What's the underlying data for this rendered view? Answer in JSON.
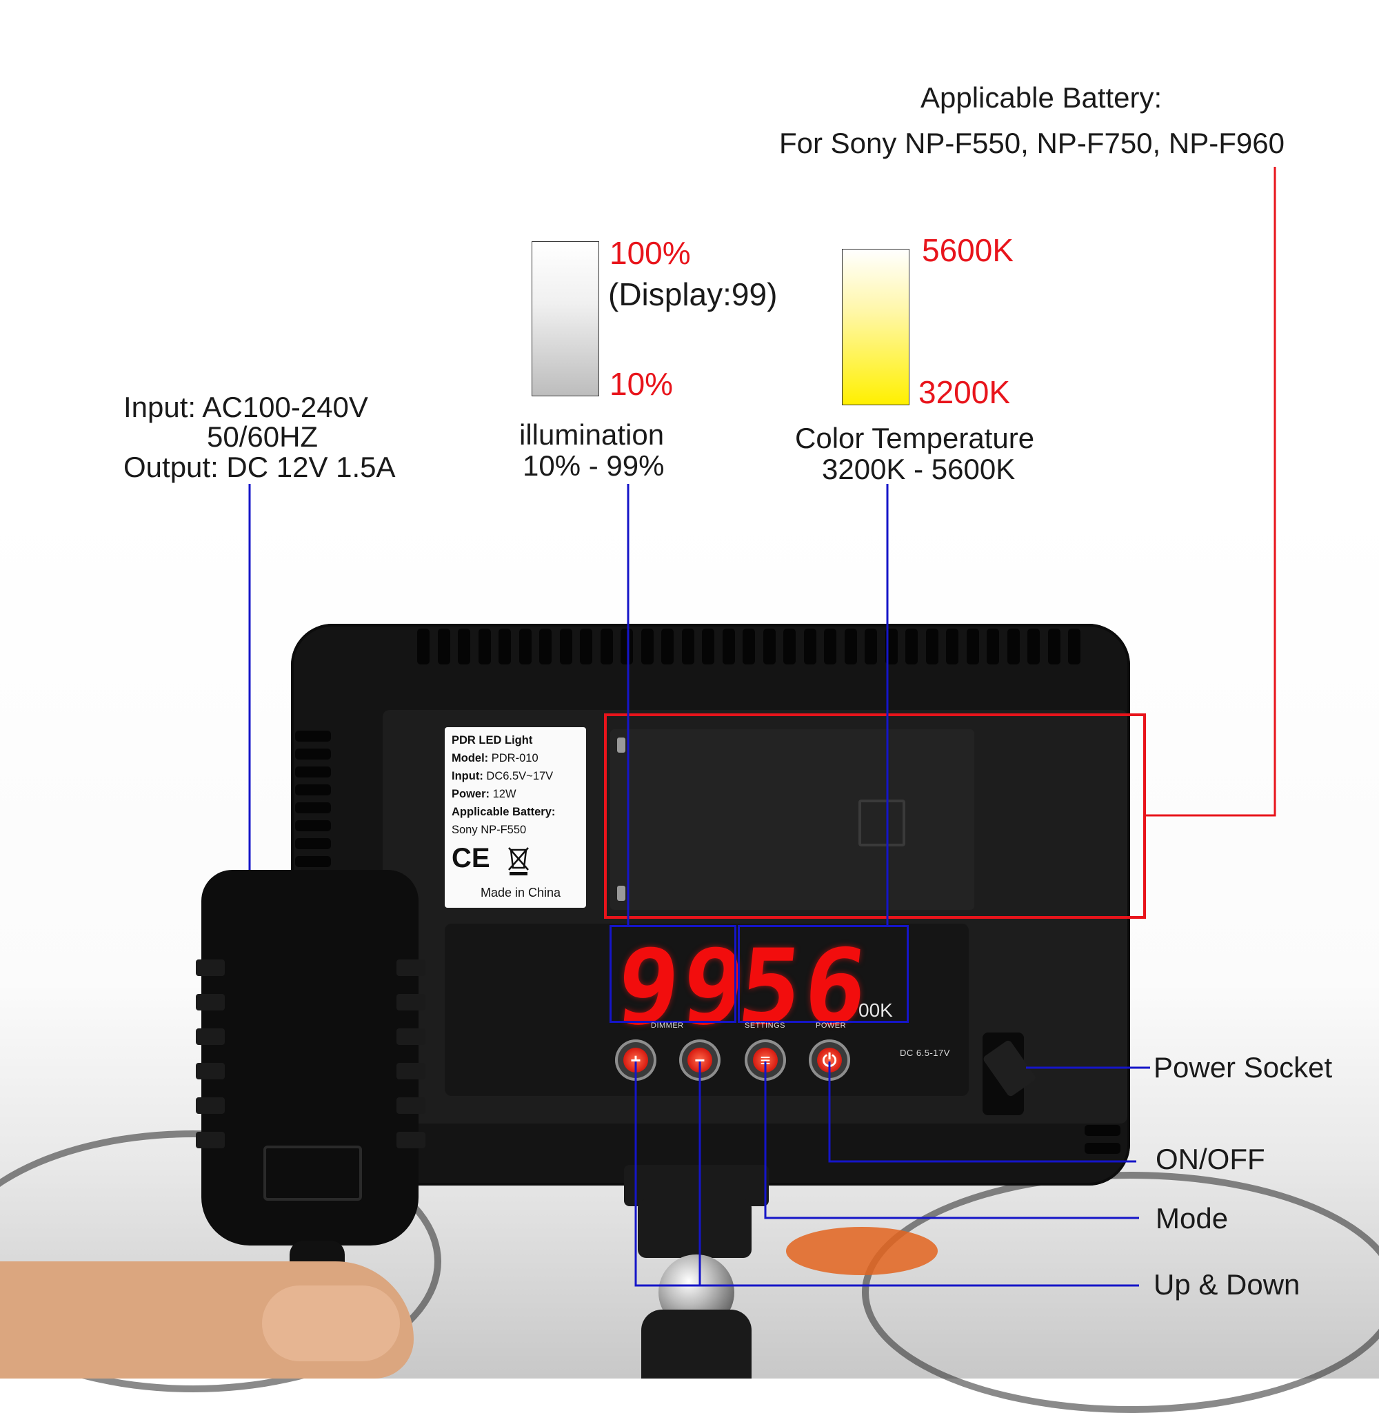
{
  "battery_callout": {
    "title": "Applicable Battery:",
    "models": "For Sony NP-F550, NP-F750, NP-F960"
  },
  "illumination": {
    "max": "100%",
    "display_note": "(Display:99)",
    "min": "10%",
    "title": "illumination",
    "range": "10% - 99%"
  },
  "color_temperature": {
    "max": "5600K",
    "min": "3200K",
    "title": "Color Temperature",
    "range": "3200K - 5600K"
  },
  "adapter_spec": {
    "input": "Input: AC100-240V",
    "frequency": "50/60HZ",
    "output": "Output: DC 12V 1.5A"
  },
  "device_label": {
    "name": "PDR LED Light",
    "model_key": "Model:",
    "model_value": "PDR-010",
    "input_key": "Input:",
    "input_value": "DC6.5V~17V",
    "power_key": "Power:",
    "power_value": "12W",
    "battery_key": "Applicable Battery:",
    "battery_value": "Sony NP-F550",
    "ce_mark": "CE",
    "made_in": "Made in China"
  },
  "display": {
    "brightness": "99",
    "temperature": "56",
    "temperature_suffix": "00K"
  },
  "panel_labels": {
    "dimmer": "DIMMER",
    "settings": "SETTINGS",
    "power": "POWER",
    "dc_input": "DC 6.5-17V"
  },
  "callouts": {
    "power_socket": "Power Socket",
    "on_off": "ON/OFF",
    "mode": "Mode",
    "up_down": "Up & Down"
  },
  "colors": {
    "red_accent": "#e8141b",
    "blue_leader": "#1515c8",
    "display_red": "#f20d0d"
  }
}
